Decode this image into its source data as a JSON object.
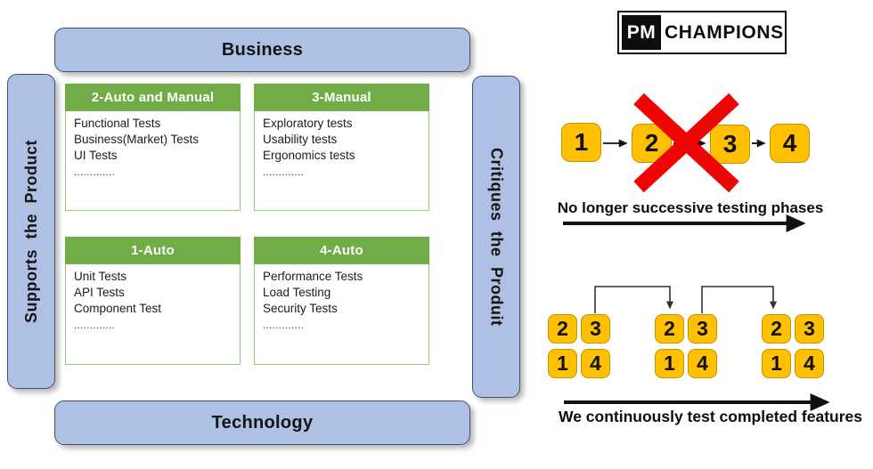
{
  "colors": {
    "axis_bar_blue": "#aec0e4",
    "axis_bar_border": "#44506b",
    "quadrant_header_green": "#70ad47",
    "quadrant_body_border": "#97c77a",
    "number_box_yellow": "#ffc000",
    "number_box_border": "#c49500",
    "cross_red": "#ee0505",
    "arrow_black": "#111111"
  },
  "quadrant": {
    "top_axis": "Business",
    "bottom_axis": "Technology",
    "left_axis": "Supports  the  Product",
    "right_axis": "Critiques  the  Produit",
    "cards": [
      {
        "title": "2-Auto and Manual",
        "items": [
          "Functional Tests",
          "Business(Market) Tests",
          "UI Tests"
        ],
        "ellipsis": "............."
      },
      {
        "title": "3-Manual",
        "items": [
          "Exploratory tests",
          "Usability tests",
          "Ergonomics tests"
        ],
        "ellipsis": "............."
      },
      {
        "title": "1-Auto",
        "items": [
          "Unit Tests",
          "API Tests",
          "Component Test"
        ],
        "ellipsis": "............."
      },
      {
        "title": "4-Auto",
        "items": [
          "Performance Tests",
          "Load Testing",
          "Security Tests"
        ],
        "ellipsis": "............."
      }
    ]
  },
  "logo": {
    "badge": "PM",
    "name": "CHAMPIONS"
  },
  "phases": {
    "boxes": [
      "1",
      "2",
      "3",
      "4"
    ],
    "caption": "No longer successive testing phases"
  },
  "continuous": {
    "groups": [
      {
        "top": [
          "2",
          "3"
        ],
        "bottom": [
          "1",
          "4"
        ]
      },
      {
        "top": [
          "2",
          "3"
        ],
        "bottom": [
          "1",
          "4"
        ]
      },
      {
        "top": [
          "2",
          "3"
        ],
        "bottom": [
          "1",
          "4"
        ]
      }
    ],
    "caption": "We continuously test completed features"
  }
}
